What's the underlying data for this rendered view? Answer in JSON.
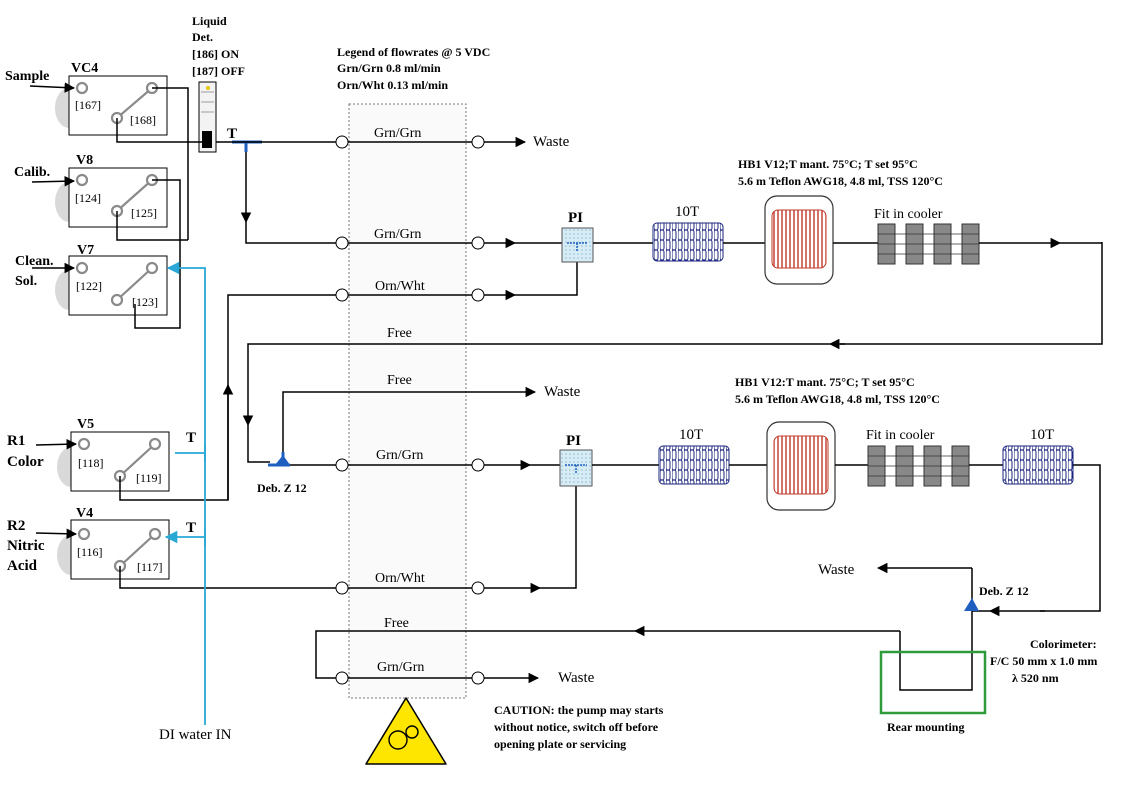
{
  "liquid_detector": {
    "line1": "Liquid",
    "line2": "Det.",
    "on": "[186] ON",
    "off": "[187] OFF"
  },
  "legend": {
    "title": "Legend of flowrates @ 5 VDC",
    "grn": "Grn/Grn  0.8 ml/min",
    "orn": "Orn/Wht 0.13 ml/min"
  },
  "valves": {
    "vc4": {
      "name": "VC4",
      "port_a": "[167]",
      "port_b": "[168]",
      "inlet": "Sample"
    },
    "v8": {
      "name": "V8",
      "port_a": "[124]",
      "port_b": "[125]",
      "inlet": "Calib."
    },
    "v7": {
      "name": "V7",
      "port_a": "[122]",
      "port_b": "[123]",
      "inlet_line1": "Clean.",
      "inlet_line2": "Sol."
    },
    "v5": {
      "name": "V5",
      "port_a": "[118]",
      "port_b": "[119]",
      "inlet_line1": "R1",
      "inlet_line2": "Color"
    },
    "v4": {
      "name": "V4",
      "port_a": "[116]",
      "port_b": "[117]",
      "inlet_line1": "R2",
      "inlet_line2": "Nitric",
      "inlet_line3": "Acid"
    }
  },
  "tees": {
    "t_top": "T",
    "t_v5": "T",
    "t_v4": "T"
  },
  "tubes": {
    "row1": "Grn/Grn",
    "row2": "Grn/Grn",
    "row3": "Orn/Wht",
    "row4": "Free",
    "row5": "Free",
    "row6": "Grn/Grn",
    "row7": "Orn/Wht",
    "row8": "Free",
    "row9": "Grn/Grn"
  },
  "waste": {
    "w1": "Waste",
    "w2": "Waste",
    "w3": "Waste",
    "w4": "Waste"
  },
  "mixers": {
    "pi1": "PI",
    "pi2": "PI"
  },
  "coils": {
    "c1": "10T",
    "c2": "10T",
    "c3": "10T"
  },
  "heater1": {
    "line1": "HB1 V12;T mant. 75°C; T set 95°C",
    "line2": "5.6 m Teflon AWG18, 4.8 ml, TSS 120°C"
  },
  "heater2": {
    "line1": "HB1 V12:T mant. 75°C; T set 95°C",
    "line2": "5.6 m Teflon AWG18, 4.8 ml, TSS 120°C"
  },
  "coolers": {
    "cool1": "Fit in cooler",
    "cool2": "Fit in cooler"
  },
  "debubblers": {
    "d1": "Deb. Z 12",
    "d2": "Deb. Z 12"
  },
  "colorimeter": {
    "line1": "Colorimeter:",
    "line2": "F/C 50 mm x 1.0 mm",
    "line3": "λ 520 nm",
    "mount": "Rear mounting"
  },
  "di_water": "DI water IN",
  "caution": {
    "line1": "CAUTION: the pump may starts",
    "line2": "without notice, switch off before",
    "line3": "opening plate or servicing"
  },
  "colors": {
    "tubing": "#000000",
    "di_water": "#29a8d6",
    "debubbler": "#1f5fbf",
    "coil": "#1a237e",
    "heater": "#c0392b",
    "colorimeter_box": "#2e9b3a",
    "caution": "#ffe600"
  }
}
